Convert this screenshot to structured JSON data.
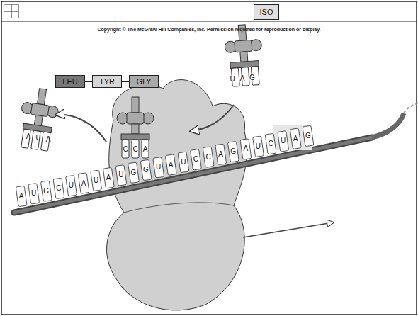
{
  "diagram": {
    "nodes": [
      {
        "text": [
          "LEU"
        ]
      },
      {
        "text": [
          "TYR"
        ]
      },
      {
        "text": [
          "GLY"
        ]
      },
      {
        "text": [
          "ISO"
        ]
      }
    ],
    "edges": [
      {
        "from": 0,
        "to": 1,
        "arrow": "none"
      },
      {
        "from": 1,
        "to": 2,
        "arrow": "none"
      }
    ],
    "labels": [
      "Copyright © The McGraw-Hill Companies, Inc. Permission required for reproduction or display.",
      "A",
      "U",
      "G",
      "C",
      "U",
      "A",
      "U",
      "A",
      "U",
      "G",
      "G",
      "U",
      "A",
      "U",
      "C",
      "C",
      "A",
      "G",
      "A",
      "U",
      "C",
      "U",
      "A",
      "G",
      "A",
      "U",
      "A",
      "C",
      "C",
      "A",
      "U",
      "A",
      "G"
    ]
  }
}
